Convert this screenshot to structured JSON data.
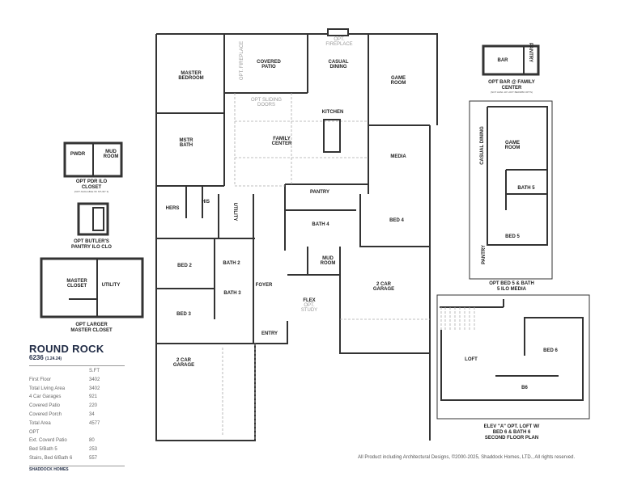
{
  "main_plan": {
    "rooms": {
      "master_bedroom": [
        "MASTER",
        "BEDROOM"
      ],
      "covered_patio": [
        "COVERED",
        "PATIO"
      ],
      "casual_dining": [
        "CASUAL",
        "DINING"
      ],
      "game_room": [
        "GAME",
        "ROOM"
      ],
      "opt_fireplace_top": [
        "OPT.",
        "FIREPLACE"
      ],
      "opt_fireplace_patio": "OPT. FIREPLACE",
      "opt_sliding_doors": [
        "OPT SLIDING",
        "DOORS"
      ],
      "kitchen": "KITCHEN",
      "family_center": [
        "FAMILY",
        "CENTER"
      ],
      "mstr_bath": [
        "MSTR",
        "BATH"
      ],
      "media": "MEDIA",
      "pantry": "PANTRY",
      "hers": "HERS",
      "his": "HIS",
      "utility": "UTILITY",
      "bath_4": "BATH 4",
      "bed_4": "BED 4",
      "bed_2": "BED 2",
      "bath_2": "BATH 2",
      "mud_room": [
        "MUD",
        "ROOM"
      ],
      "foyer": "FOYER",
      "garage_right": [
        "2 CAR",
        "GARAGE"
      ],
      "bath_3": "BATH 3",
      "flex": [
        "FLEX",
        "OPT.",
        "STUDY"
      ],
      "bed_3": "BED 3",
      "entry": "ENTRY",
      "garage_left": [
        "2 CAR",
        "GARAGE"
      ]
    }
  },
  "insets": {
    "pdr": {
      "rooms": [
        "PWDR",
        "MUD",
        "ROOM"
      ],
      "caption": [
        "OPT PDR ILO",
        "CLOSET"
      ],
      "note": "(NOT AVAILABLE W/ STUDY 3)"
    },
    "butlers": {
      "caption": [
        "OPT BUTLER'S",
        "PANTRY ILO CLO"
      ]
    },
    "larger_closet": {
      "rooms": [
        "MASTER",
        "CLOSET",
        "UTILITY"
      ],
      "caption": [
        "OPT LARGER",
        "MASTER CLOSET"
      ]
    },
    "bar": {
      "rooms": [
        "BAR",
        "PANTRY"
      ],
      "caption": [
        "OPT BAR @ FAMILY",
        "CENTER"
      ],
      "note": "(NOT AVAIL W/ LOFT BED6/B6 OPTS)"
    },
    "bed5": {
      "rooms": [
        "CASUAL DINING",
        "GAME",
        "ROOM",
        "BATH 5",
        "BED 5",
        "PANTRY"
      ],
      "caption": [
        "OPT BED 5 & BATH",
        "5 ILO MEDIA"
      ]
    },
    "loft": {
      "rooms": [
        "LOFT",
        "BED 6",
        "B6"
      ],
      "caption": [
        "ELEV \"A\" OPT. LOFT W/",
        "BED 6 & BATH 6",
        "SECOND FLOOR PLAN"
      ]
    }
  },
  "spec": {
    "name": "ROUND ROCK",
    "number": "6236",
    "date": "(1.24.24)",
    "unit_header": "S.FT",
    "rows": [
      {
        "label": "First Floor",
        "value": "3402"
      },
      {
        "label": "Total Living Area",
        "value": "3402"
      },
      {
        "label": "4 Car Garages",
        "value": "921"
      },
      {
        "label": "Covered Patio",
        "value": "220"
      },
      {
        "label": "Covered Porch",
        "value": "34"
      },
      {
        "label": "Total Area",
        "value": "4577"
      },
      {
        "label": "OPT",
        "value": ""
      },
      {
        "label": "Ext. Coverd Patio",
        "value": "80"
      },
      {
        "label": "Bed 5/Bath 5",
        "value": "253"
      },
      {
        "label": "Stairs, Bed 6/Bath 6",
        "value": "557"
      }
    ],
    "brand": "SHADDOCK HOMES"
  },
  "copyright": "All Product including Architectural Designs, ©2000-2025, Shaddock Homes, LTD., All rights reserved."
}
